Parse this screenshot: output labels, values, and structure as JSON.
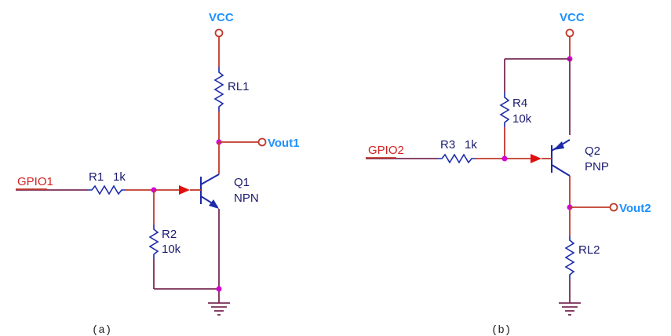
{
  "circuit_a": {
    "vcc_label": "VCC",
    "rl_label": "RL1",
    "vout_label": "Vout1",
    "gpio_label": "GPIO1",
    "r1_label": "R1",
    "r1_value": "1k",
    "r2_label": "R2",
    "r2_value": "10k",
    "q_label": "Q1",
    "q_type": "NPN",
    "caption": "(a)"
  },
  "circuit_b": {
    "vcc_label": "VCC",
    "r4_label": "R4",
    "r4_value": "10k",
    "gpio_label": "GPIO2",
    "r3_label": "R3",
    "r3_value": "1k",
    "q_label": "Q2",
    "q_type": "PNP",
    "vout_label": "Vout2",
    "rl_label": "RL2",
    "caption": "(b)"
  },
  "colors": {
    "wire": "#7a2b55",
    "signal_wire": "#c0392b",
    "component": "#1c2aa8",
    "junction": "#d400d4",
    "net_label": "#1e90ff",
    "gpio_label": "#d42020"
  }
}
